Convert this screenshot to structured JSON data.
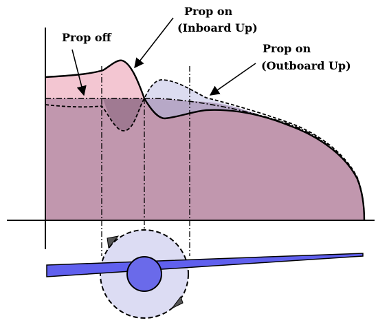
{
  "labels": {
    "prop_off": "Prop off",
    "prop_on_inboard_line1": "Prop on",
    "prop_on_inboard_line2": "(Inboard Up)",
    "prop_on_outboard_line1": "Prop on",
    "prop_on_outboard_line2": "(Outboard Up)"
  },
  "colors": {
    "prop_off_fill": "#c197ae",
    "inboard_up_fill": "#f3c6d2",
    "outboard_up_fill": "#dcdcf0",
    "wing_fill": "#6060ee",
    "hub_fill": "#6a6aea",
    "disc_fill": "#dcdcf3",
    "line": "#000000"
  },
  "icons": [
    "rotation-arrow-icon"
  ]
}
